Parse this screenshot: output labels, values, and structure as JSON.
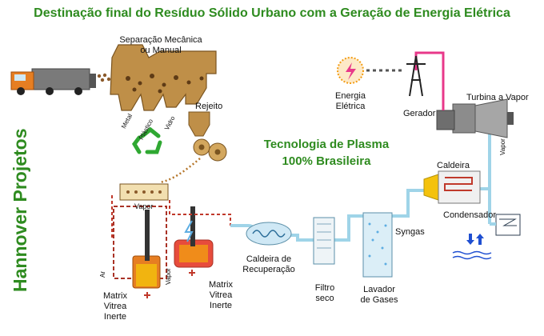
{
  "title": "Destinação final do Resíduo Sólido Urbano com a Geração de Energia Elétrica",
  "brand": "Hannover Projetos",
  "technology": {
    "line1": "Tecnologia de Plasma",
    "line2": "100% Brasileira"
  },
  "labels": {
    "separation": "Separação Mecânica\nou Manual",
    "metal": "Metal",
    "plastic": "Plástico",
    "glass": "Vidro",
    "reject": "Rejeito",
    "vapor_top": "Vapor",
    "ar": "Ar",
    "vapor_mid": "Vapor",
    "matrix_left": "Matrix\nVitrea\nInerte",
    "matrix_right": "Matrix\nVitrea\nInerte",
    "boiler_recovery": "Caldeira de\nRecuperação",
    "dry_filter": "Filtro\nseco",
    "gas_washer": "Lavador\nde Gases",
    "syngas": "Syngas",
    "boiler": "Caldeira",
    "condenser": "Condensador",
    "vapor_turbine": "Vapor",
    "electric_energy": "Energia\nElétrica",
    "generator": "Gerador",
    "steam_turbine": "Turbina a Vapor"
  },
  "colors": {
    "title": "#2e8b1f",
    "pipe": "#9fd4e8",
    "hot_pipe": "#c0392b",
    "power_line": "#e8388a"
  }
}
